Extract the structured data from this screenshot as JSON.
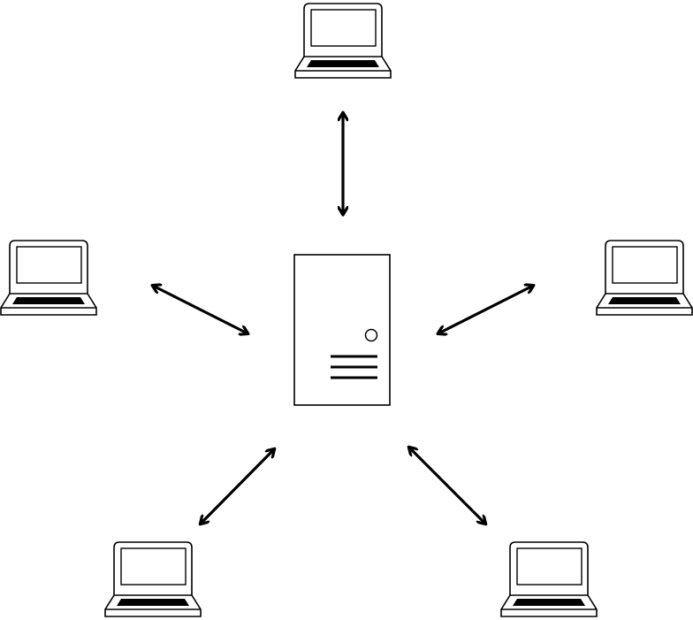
{
  "diagram": {
    "type": "star-network",
    "hub": {
      "kind": "server",
      "icon": "server-tower-icon"
    },
    "nodes": [
      {
        "id": "laptop-top",
        "icon": "laptop-icon"
      },
      {
        "id": "laptop-left",
        "icon": "laptop-icon"
      },
      {
        "id": "laptop-right",
        "icon": "laptop-icon"
      },
      {
        "id": "laptop-bottom-left",
        "icon": "laptop-icon"
      },
      {
        "id": "laptop-bottom-right",
        "icon": "laptop-icon"
      }
    ],
    "connections": [
      {
        "from": "server",
        "to": "laptop-top",
        "direction": "bidirectional"
      },
      {
        "from": "server",
        "to": "laptop-left",
        "direction": "bidirectional"
      },
      {
        "from": "server",
        "to": "laptop-right",
        "direction": "bidirectional"
      },
      {
        "from": "server",
        "to": "laptop-bottom-left",
        "direction": "bidirectional"
      },
      {
        "from": "server",
        "to": "laptop-bottom-right",
        "direction": "bidirectional"
      }
    ],
    "colors": {
      "stroke": "#000000",
      "fill": "#ffffff",
      "keyboard": "#000000"
    }
  }
}
